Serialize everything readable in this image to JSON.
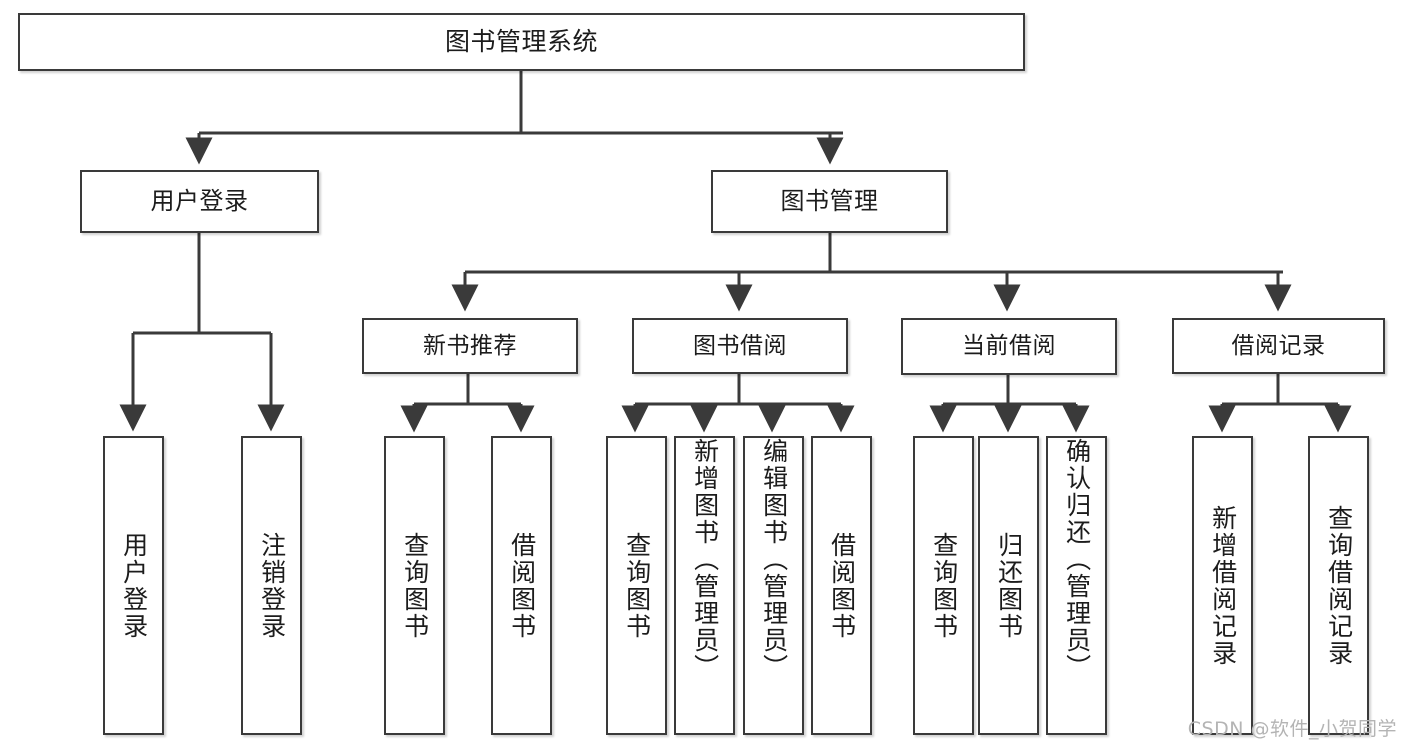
{
  "diagram": {
    "title": "图书管理系统",
    "type": "hierarchy-tree",
    "root": {
      "label": "图书管理系统"
    },
    "level1": [
      {
        "label": "用户登录"
      },
      {
        "label": "图书管理"
      }
    ],
    "level2": [
      {
        "label": "新书推荐"
      },
      {
        "label": "图书借阅"
      },
      {
        "label": "当前借阅"
      },
      {
        "label": "借阅记录"
      }
    ],
    "leaves": {
      "user_login": [
        {
          "label": "用户登录"
        },
        {
          "label": "注销登录"
        }
      ],
      "new_book_recommend": [
        {
          "label": "查询图书"
        },
        {
          "label": "借阅图书"
        }
      ],
      "book_borrow": [
        {
          "label": "查询图书"
        },
        {
          "label": "新增图书（管理员）"
        },
        {
          "label": "编辑图书（管理员）"
        },
        {
          "label": "借阅图书"
        }
      ],
      "current_borrow": [
        {
          "label": "查询图书"
        },
        {
          "label": "归还图书"
        },
        {
          "label": "确认归还（管理员）"
        }
      ],
      "borrow_record": [
        {
          "label": "新增借阅记录"
        },
        {
          "label": "查询借阅记录"
        }
      ]
    }
  },
  "watermark": {
    "text": "CSDN @软件_小贺同学"
  },
  "colors": {
    "border": "#3a3a3a",
    "text": "#1c1c1c",
    "background": "#ffffff",
    "watermark": "#b4b4b4"
  }
}
